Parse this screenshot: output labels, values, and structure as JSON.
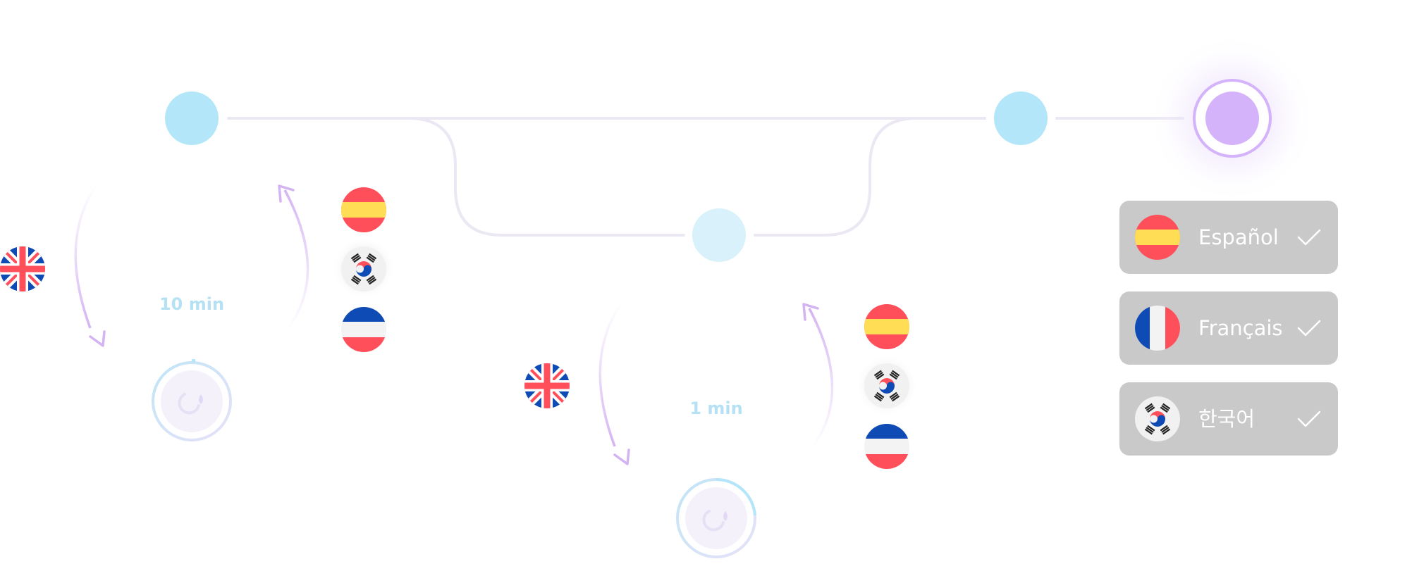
{
  "timers": [
    {
      "label": "10 min"
    },
    {
      "label": "1 min"
    }
  ],
  "languages": [
    {
      "label": "Español",
      "flag": "spain-flag-icon",
      "check": "check-icon"
    },
    {
      "label": "Français",
      "flag": "france-flag-icon",
      "check": "check-icon"
    },
    {
      "label": "한국어",
      "flag": "korea-flag-icon",
      "check": "check-icon"
    }
  ],
  "source_flag": "uk-flag-icon",
  "colors": {
    "node_blue": "#b4e6f9",
    "node_light": "#d9f1fa",
    "node_purple": "#d4b3fb",
    "line": "#ebe8f4",
    "arrow": "#d7b5f3",
    "card": "#c9c9c9",
    "spain_red": "#ff4f5a",
    "spain_yellow": "#ffde55",
    "france_blue": "#0f4bb5",
    "time_text": "#b6e1f4"
  }
}
